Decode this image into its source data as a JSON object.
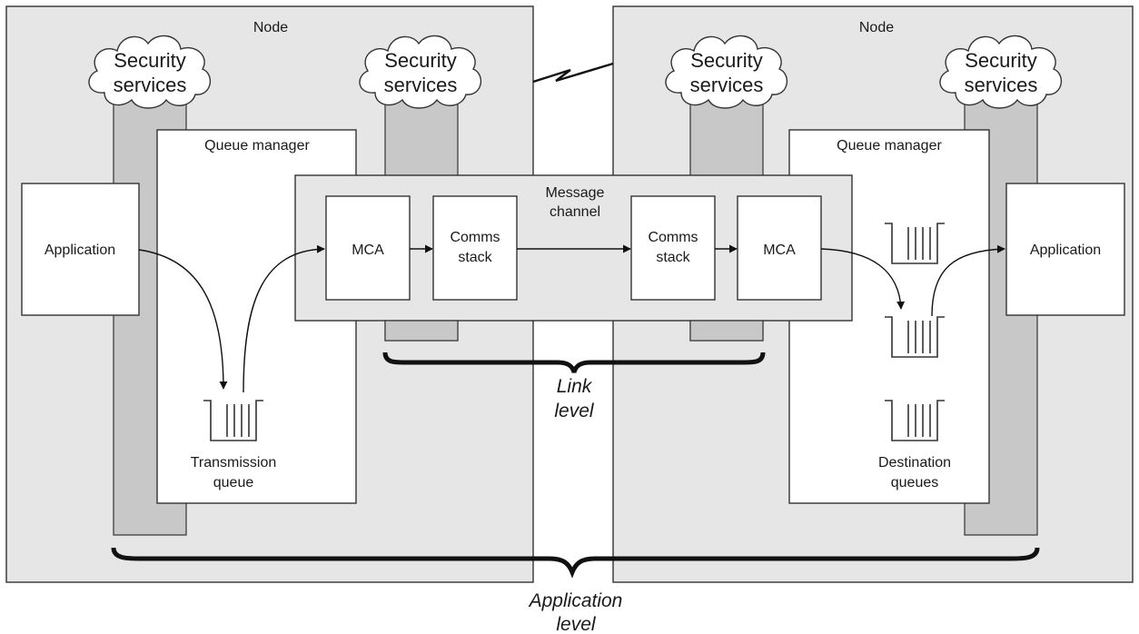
{
  "nodes": [
    {
      "label": "Node"
    },
    {
      "label": "Node"
    }
  ],
  "security_services": {
    "line1": "Security",
    "line2": "services"
  },
  "queue_manager": {
    "label": "Queue manager"
  },
  "message_channel": {
    "line1": "Message",
    "line2": "channel"
  },
  "mca": {
    "label": "MCA"
  },
  "comms_stack": {
    "line1": "Comms",
    "line2": "stack"
  },
  "application": {
    "label": "Application"
  },
  "transmission_queue": {
    "line1": "Transmission",
    "line2": "queue"
  },
  "destination_queues": {
    "line1": "Destination",
    "line2": "queues"
  },
  "link_level": {
    "line1": "Link",
    "line2": "level"
  },
  "application_level": {
    "line1": "Application",
    "line2": "level"
  },
  "colors": {
    "node_fill": "#e6e6e6",
    "band_fill": "#c8c8c8",
    "box_fill": "#ffffff",
    "stroke": "#333333"
  }
}
